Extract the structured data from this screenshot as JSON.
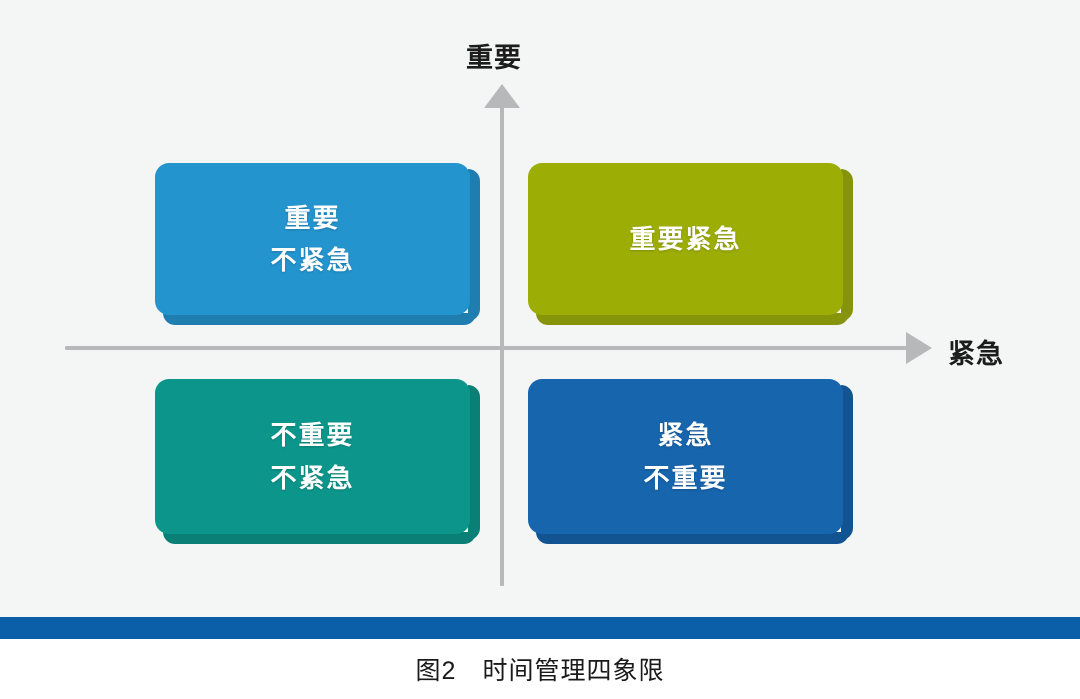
{
  "figure": {
    "background_color": "#f4f5f5",
    "caption": "图2　时间管理四象限",
    "bottom_rule_color": "#0b5ea8"
  },
  "axes": {
    "vertical_label": "重要",
    "horizontal_label": "紧急",
    "axis_color": "#b6b8ba"
  },
  "quadrants": [
    {
      "id": "important-not-urgent",
      "position": "top-left",
      "color": "#2494ce",
      "edge_color": "#1f7db0",
      "line1": "重要",
      "line2": "不紧急"
    },
    {
      "id": "important-urgent",
      "position": "top-right",
      "color": "#9cad06",
      "edge_color": "#85940a",
      "line1": "重要紧急",
      "line2": ""
    },
    {
      "id": "not-important-not-urgent",
      "position": "bottom-left",
      "color": "#0c968b",
      "edge_color": "#0a7f76",
      "line1": "不重要",
      "line2": "不紧急"
    },
    {
      "id": "urgent-not-important",
      "position": "bottom-right",
      "color": "#1765ad",
      "edge_color": "#125492",
      "line1": "紧急",
      "line2": "不重要"
    }
  ]
}
